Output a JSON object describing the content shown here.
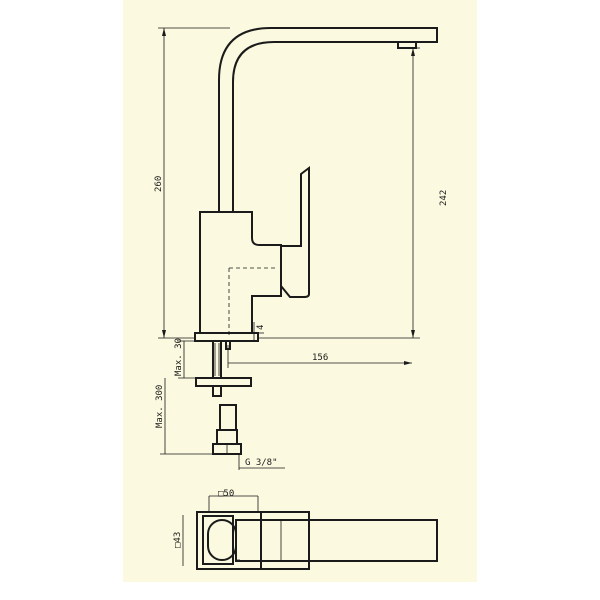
{
  "dimensions": {
    "height_total": "260",
    "height_spout": "242",
    "base_thickness": "4",
    "reach": "156",
    "max_deck": "Max. 30",
    "max_hose": "Max. 300",
    "connection": "G 3/8\"",
    "top_width": "□50",
    "top_depth": "□43"
  },
  "colors": {
    "background": "#fbf9df",
    "line": "#1b1b1b"
  }
}
